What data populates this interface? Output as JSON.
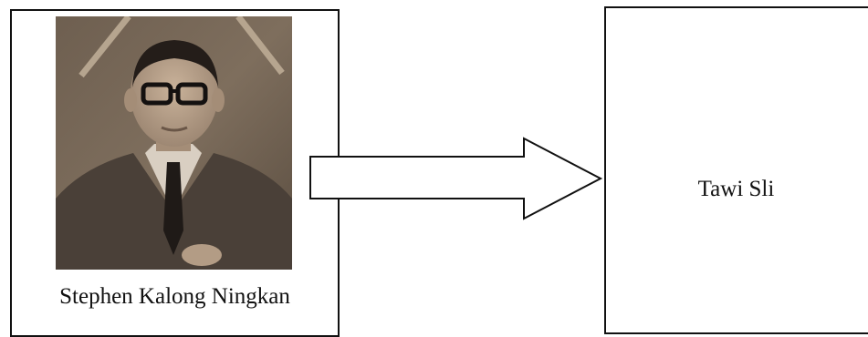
{
  "source_node": {
    "label": "Stephen Kalong Ningkan",
    "image": "portrait-photo"
  },
  "connector": {
    "type": "block-arrow",
    "direction": "right"
  },
  "target_node": {
    "label": "Tawi Sli"
  },
  "colors": {
    "border": "#111111",
    "arrow_fill": "#ffffff",
    "photo_tone": "#8c7b68"
  }
}
